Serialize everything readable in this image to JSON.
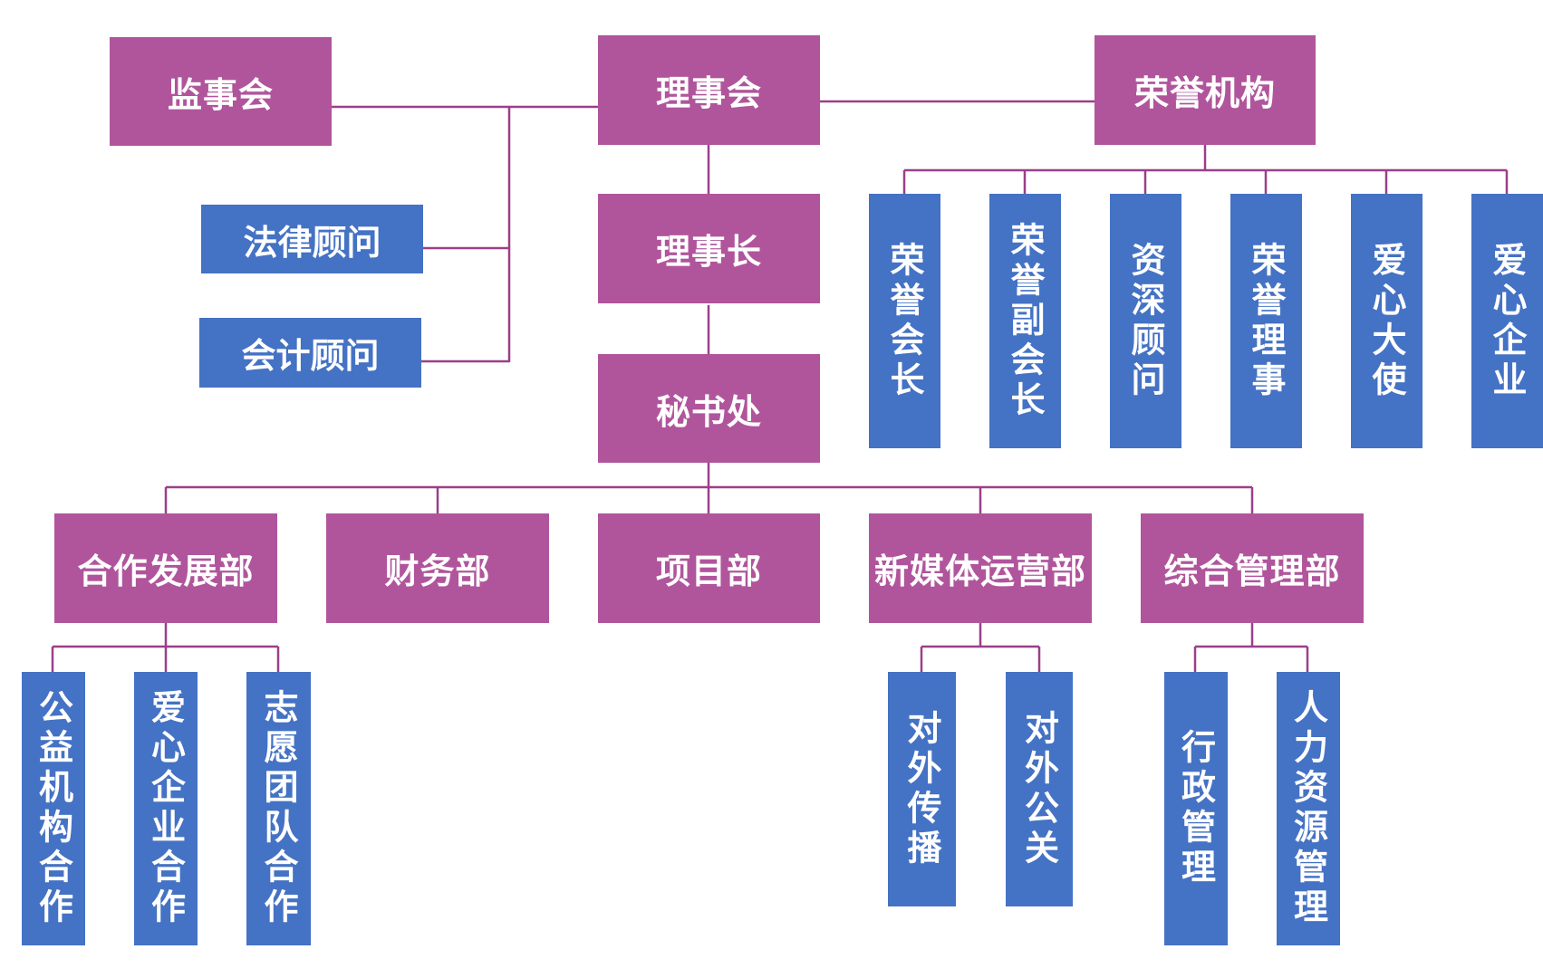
{
  "colors": {
    "node_primary": "#b0559c",
    "node_secondary": "#4472c4",
    "connector": "#9c3f88"
  },
  "nodes": {
    "supervisors": "监事会",
    "council": "理事会",
    "honorary": "荣誉机构",
    "legal_advisor": "法律顾问",
    "accounting_advisor": "会计顾问",
    "chairman": "理事长",
    "secretariat": "秘书处",
    "honorary_president": "荣誉会长",
    "honorary_vice_president": "荣誉副会长",
    "senior_advisor": "资深顾问",
    "honorary_director": "荣誉理事",
    "charity_ambassador": "爱心大使",
    "charity_enterprise": "爱心企业",
    "cooperation_dept": "合作发展部",
    "finance_dept": "财务部",
    "project_dept": "项目部",
    "new_media_dept": "新媒体运营部",
    "general_mgmt_dept": "综合管理部",
    "charity_org_coop": "公益机构合作",
    "charity_enterprise_coop": "爱心企业合作",
    "volunteer_team_coop": "志愿团队合作",
    "external_communication": "对外传播",
    "public_relations": "对外公关",
    "administration": "行政管理",
    "hr_management": "人力资源管理"
  }
}
